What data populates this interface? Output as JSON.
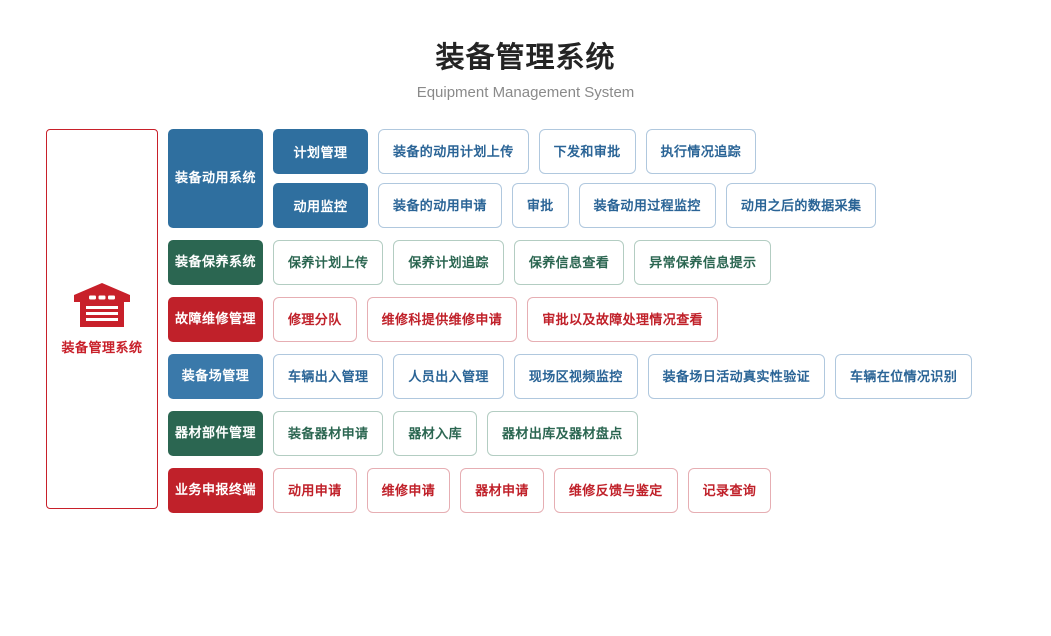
{
  "header": {
    "title": "装备管理系统",
    "subtitle": "Equipment Management System"
  },
  "hero": {
    "icon": "warehouse-icon",
    "label": "装备管理系统",
    "accent_color": "#c8202a"
  },
  "colors": {
    "blue": "#2f6f9f",
    "light_blue": "#3a79aa",
    "green": "#2b6651",
    "red": "#c0212a",
    "leaf_blue_border": "#b0c8de",
    "leaf_blue_text": "#2a6496",
    "leaf_green_border": "#b3cdc2",
    "leaf_green_text": "#2b6651",
    "leaf_red_border": "#e6aeb3",
    "leaf_red_text": "#c0212a",
    "title_text": "#242424",
    "subtitle_text": "#8a8a8a"
  },
  "bands": [
    {
      "category": "装备动用系统",
      "theme": "blue",
      "tall": true,
      "rows": [
        {
          "sub": "计划管理",
          "leaves": [
            "装备的动用计划上传",
            "下发和审批",
            "执行情况追踪"
          ]
        },
        {
          "sub": "动用监控",
          "leaves": [
            "装备的动用申请",
            "审批",
            "装备动用过程监控",
            "动用之后的数据采集"
          ]
        }
      ]
    },
    {
      "category": "装备保养系统",
      "theme": "green",
      "tall": false,
      "rows": [
        {
          "sub": null,
          "leaves": [
            "保养计划上传",
            "保养计划追踪",
            "保养信息查看",
            "异常保养信息提示"
          ]
        }
      ]
    },
    {
      "category": "故障维修管理",
      "theme": "red",
      "tall": false,
      "rows": [
        {
          "sub": null,
          "leaves": [
            "修理分队",
            "维修科提供维修申请",
            "审批以及故障处理情况查看"
          ]
        }
      ]
    },
    {
      "category": "装备场管理",
      "theme": "lblue",
      "tall": false,
      "rows": [
        {
          "sub": null,
          "leaves": [
            "车辆出入管理",
            "人员出入管理",
            "现场区视频监控",
            "装备场日活动真实性验证",
            "车辆在位情况识别"
          ]
        }
      ]
    },
    {
      "category": "器材部件管理",
      "theme": "green",
      "tall": false,
      "rows": [
        {
          "sub": null,
          "leaves": [
            "装备器材申请",
            "器材入库",
            "器材出库及器材盘点"
          ]
        }
      ]
    },
    {
      "category": "业务申报终端",
      "theme": "red",
      "tall": false,
      "rows": [
        {
          "sub": null,
          "leaves": [
            "动用申请",
            "维修申请",
            "器材申请",
            "维修反馈与鉴定",
            "记录查询"
          ]
        }
      ]
    }
  ]
}
